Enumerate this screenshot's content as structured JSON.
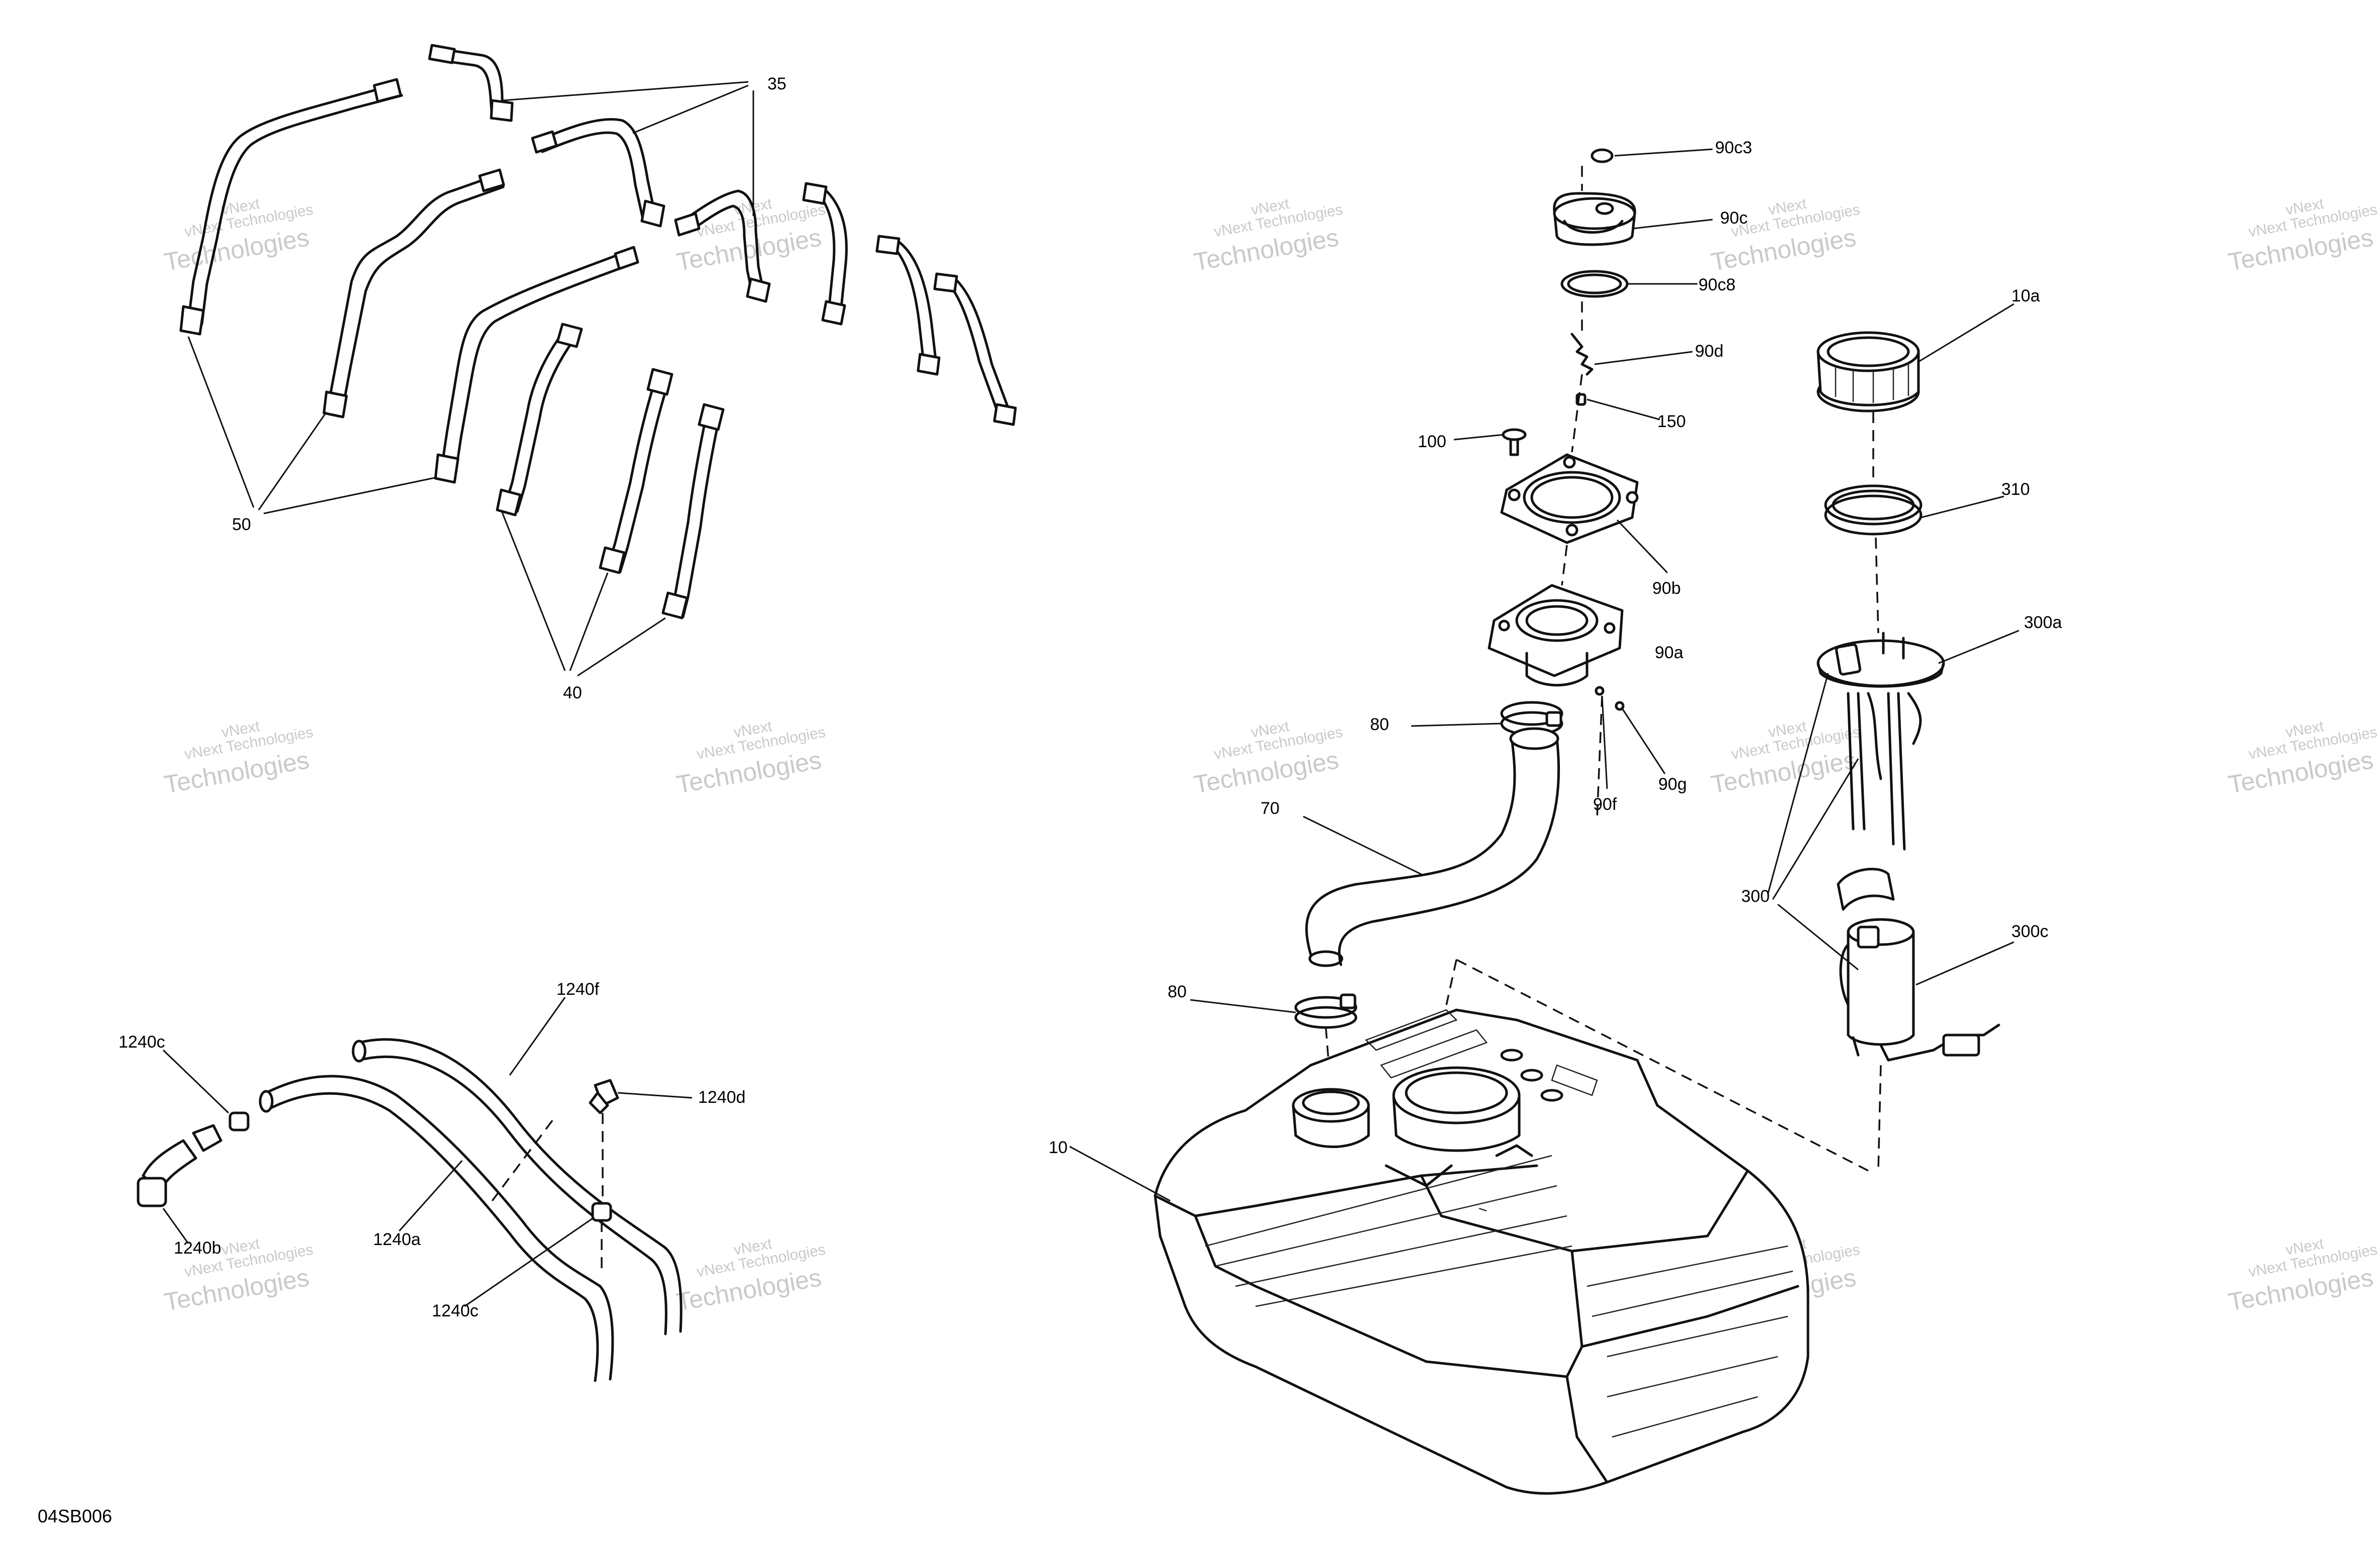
{
  "callouts": {
    "c35": "35",
    "c50": "50",
    "c40": "40",
    "c90c3": "90c3",
    "c90c": "90c",
    "c90c8": "90c8",
    "c90d": "90d",
    "c150": "150",
    "c100": "100",
    "c90b": "90b",
    "c90a": "90a",
    "c80a": "80",
    "c90f": "90f",
    "c90g": "90g",
    "c70": "70",
    "c80b": "80",
    "c10": "10",
    "c10a": "10a",
    "c310": "310",
    "c300a": "300a",
    "c300": "300",
    "c300c": "300c",
    "c1240f": "1240f",
    "c1240c_top": "1240c",
    "c1240d": "1240d",
    "c1240b": "1240b",
    "c1240a": "1240a",
    "c1240c_bot": "1240c"
  },
  "watermark": {
    "line1": "vNext Technologies",
    "line2": "Technologies",
    "line3": "vNext"
  },
  "diagram_code": "04SB006"
}
